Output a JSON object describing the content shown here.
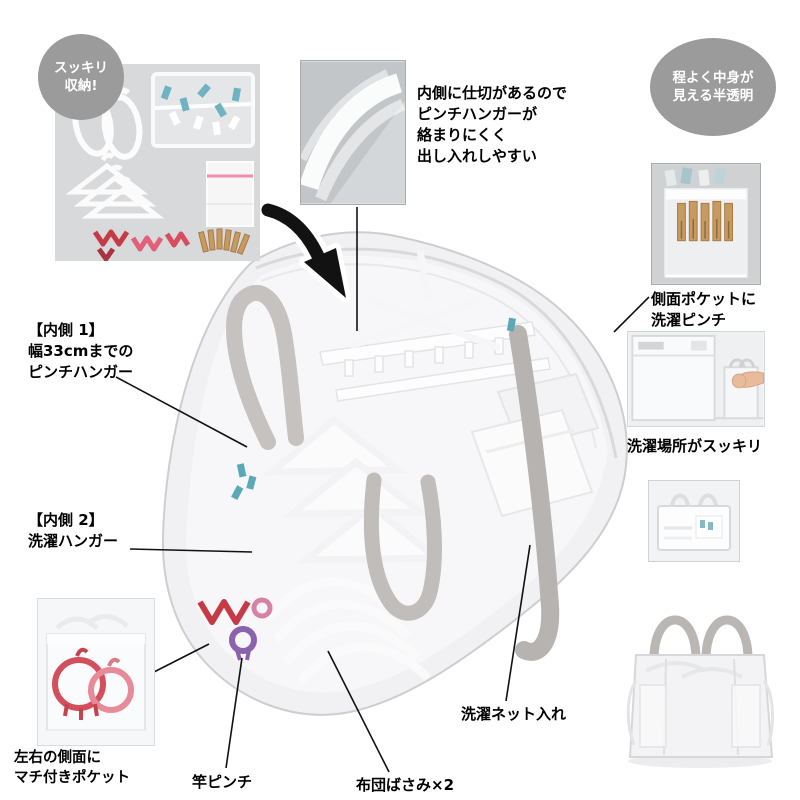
{
  "badges": {
    "tidy": "スッキリ\n収納!",
    "translucent": "程よく中身が\n見える半透明"
  },
  "callouts": {
    "partition": "内側に仕切があるので\nピンチハンガーが\n絡まりにくく\n出し入れしやすい",
    "side_pocket": "側面ポケットに\n洗濯ピンチ",
    "laundry_space": "洗濯場所がスッキリ",
    "inside1": "【内側 1】\n幅33cmまでの\nピンチハンガー",
    "inside2": "【内側 2】\n洗濯ハンガー",
    "gusset": "左右の側面に\nマチ付きポケット",
    "pole_pinch": "竿ピンチ",
    "futon_clips": "布団ばさみ×2",
    "laundry_net": "洗濯ネット入れ"
  },
  "colors": {
    "badge_gray": "#9b9b9b",
    "strap_gray": "#bcb9b6",
    "clip_red": "#c63a46",
    "clip_purple": "#8a63ac",
    "peg_wood": "#c79a62",
    "peg_teal": "#5ba9b7",
    "leader_line": "#111111"
  }
}
